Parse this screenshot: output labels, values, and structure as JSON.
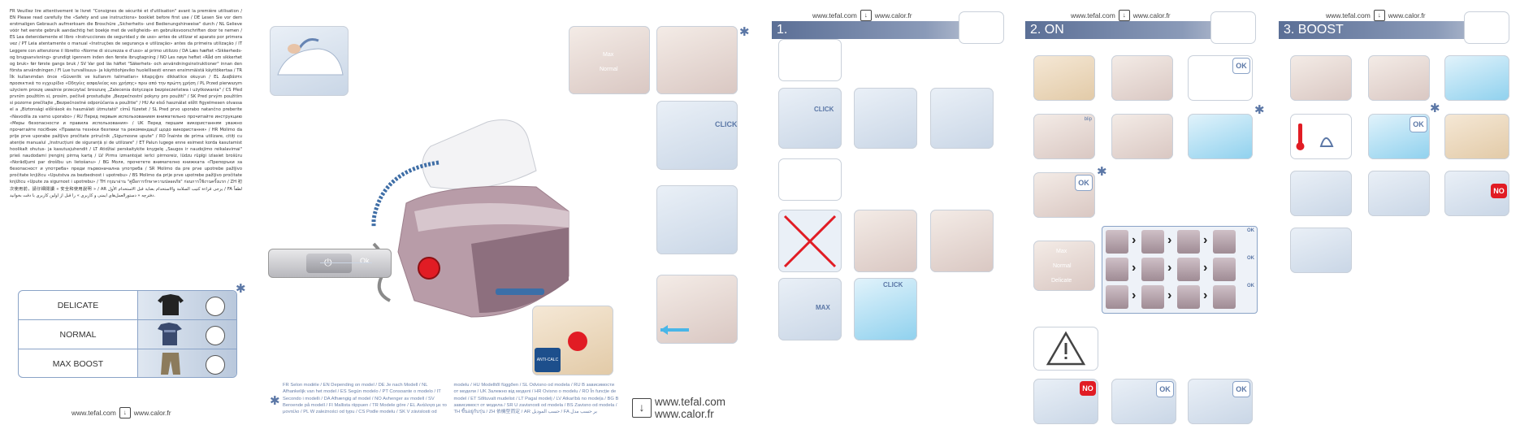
{
  "intro_text": "FR Veuillez lire attentivement le livret \"Consignes de sécurité et d'utilisation\" avant la première utilisation / EN Please read carefully the «Safety and use instructions» booklet before first use / DE Lesen Sie vor dem erstmaligen Gebrauch aufmerksam die Broschüre „Sicherheits- und Bedienungshinweise\" durch / NL Gelieve vóór het eerste gebruik aandachtig het boekje met de veiligheids- en gebruiksvoorschriften door te nemen / ES Lea detenidamente el libro «Instrucciones de seguridad y de uso» antes de utilizar el aparato por primera vez / PT Leia atentamente o manual «Instruções de segurança e utilização» antes da primeira utilização / IT Leggere con attenzione il libretto «Norme di sicurezza e d'uso» al primo utilizzo / DA Læs hæftet «Sikkerheds- og brugsanvisning» grundigt igennem inden den første ibrugtagning / NO Les nøye heftet «Råd om sikkerhet og bruk» før første gangs bruk / SV Var god läs häftet \"Säkerhets- och användningsinstruktioner\" innan den första användningen / FI Lue turvallisuus- ja käyttöohjeviko huolellisesti ennen ensimmäistä käyttökertaa / TR İlk kullanımdan önce «Güvenlik ve kullanım talimatları» kitapçığını dikkatlice okuyun / EL Διαβάστε προσεκτικά το εγχειρίδιο «Οδηγίες ασφαλείας και χρήσης» πριν από την πρώτη χρήση / PL Przed pierwszym użyciem proszę uważnie przeczytać broszurę „Zalecenia dotyczące bezpieczeństwa i użytkowania\" / CS Před prvním použitím si, prosím, pečlivě prostudujte „Bezpečnostní pokyny pro použití\" / SK Pred prvým použitím si pozorne prečítajte „Bezpečnostné odporúčania a použitie\" / HU Az első használat előtt figyelmesen olvassa el a „Biztonsági előírások és használati útmutató\" című füzetet / SL Pred prvo uporabo natančno preberite «Navodila za varno uporabo» / RU Перед первым использованием внимательно прочитайте инструкцию «Меры безопасности и правила использования» / UK Перед першим використанням уважно прочитайте посібник «Правила техніки безпеки та рекомендації щодо використання» / HR Molimo da prije prve uporabe pažljivo pročitate priručnik „Sigurnosne upute\" / RO Înainte de prima utilizare, citiți cu atenție manualul „Instrucțiuni de siguranță și de utilizare\" / ET Palun lugege enne esimest korda kasutamist hoolikalt ohutus- ja kasutusjuhendit / LT Atidžiai perskaitykite knygelę „Saugos ir naudojimo reikalavimai\" prieš naudodami įrenginį pirmą kartą / LV Pirms izmantojat ierīci pirmoreiz, lūdzu rūpīgi izlasiet brošūru «Norādījumi par drošību un lietošanu» / BG Моля, прочетете внимателно книжката «Препоръки за безопасност и употреба» преди първоначална употреба / SR Molimo da pre prve upotrebe pažljivo pročitate knjižicu «Uputstva za bezbednost i upotrebu» / BS Molimo da prije prve upotrebe pažljivo pročitate knjižicu «Upute za sigurnost i upotrebu» / TH กรุณาอ่าน \"คู่มือการรักษาความปลอดภัย\" ก่อนการใช้งานครั้งแรก / ZH 初次使用前，請仔細閱讀 « 安全和使用說明 » / AR يرجى قراءة كتيب السلامة والاستخدام بعناية قبل الاستخدام الأول / FA لطفاً دفترچه « دستورالعمل‌های ایمنی و کاربری » را قبل از اولین کاربری با دقت بخوانید.",
  "settings": [
    {
      "label": "DELICATE"
    },
    {
      "label": "NORMAL"
    },
    {
      "label": "MAX BOOST"
    }
  ],
  "weblinks": {
    "tefal": "www.tefal.com",
    "calor": "www.calor.fr"
  },
  "footer_note": "FR Selon modèle / EN Depending on model / DE Je nach Modell / NL Afhankelijk van het model / ES Según modelo / PT Consoante o modelo / IT Secondo i modelli / DA Afhængig af model / NO Avhenger av modell / SV Beroende på modell / FI Mallista riippuen / TR Modele göre / EL Ανάλογα με το μοντέλο / PL W zależności od typu / CS Podle modelu / SK V závislosti od modelu / HU Modelltől függően / SL Odvisno od modela / RU В зависимости от модели / UK Залежно від моделі / HR Ovisno o modelu / RO În funcție de model / ET Sõltuvalt mudelist / LT Pagal modelį / LV Atkarībā no modeļa / BG В зависимост от модела / SR U zavisnosti od modela / BS Zavisno od modela / TH ขึ้นอยู่กับรุ่น / ZH 依機型而定 / AR حسب الموديل / FA بر حسب مدل",
  "tefal_big": "www.tefal.com",
  "calor_big": "www.calor.fr",
  "panel_badges": {
    "click": "CLICK",
    "max": "Max",
    "normal": "Normal",
    "ok": "Ok",
    "anticalc": "ANTI-CALC"
  },
  "sections": [
    {
      "number": "1.",
      "title": ""
    },
    {
      "number": "2.",
      "title": "ON"
    },
    {
      "number": "3.",
      "title": "BOOST"
    }
  ],
  "step_badges": {
    "ok": "OK",
    "no": "NO",
    "click": "CLICK",
    "max": "MAX",
    "blip": "blip"
  },
  "flow_labels": {
    "normal": "Normal",
    "max": "Max",
    "delicate": "Delicate"
  },
  "colors": {
    "accent": "#5b6f96",
    "iron_body": "#b89ca8",
    "red": "#e11c24",
    "blue_light": "#49b6e8"
  }
}
